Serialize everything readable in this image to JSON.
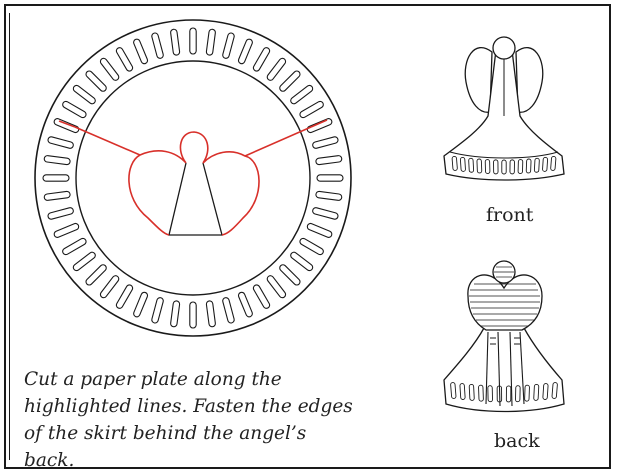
{
  "caption": "Cut a paper plate along the highlighted lines. Fasten the edges of the skirt behind the angel’s back.",
  "labels": {
    "front": "front",
    "back": "back"
  },
  "colors": {
    "cut_line": "#d8302a",
    "ink": "#1a1a1a"
  },
  "plate": {
    "slot_count": 48
  },
  "skirt": {
    "front_slots": 13,
    "back_slots": 12
  }
}
